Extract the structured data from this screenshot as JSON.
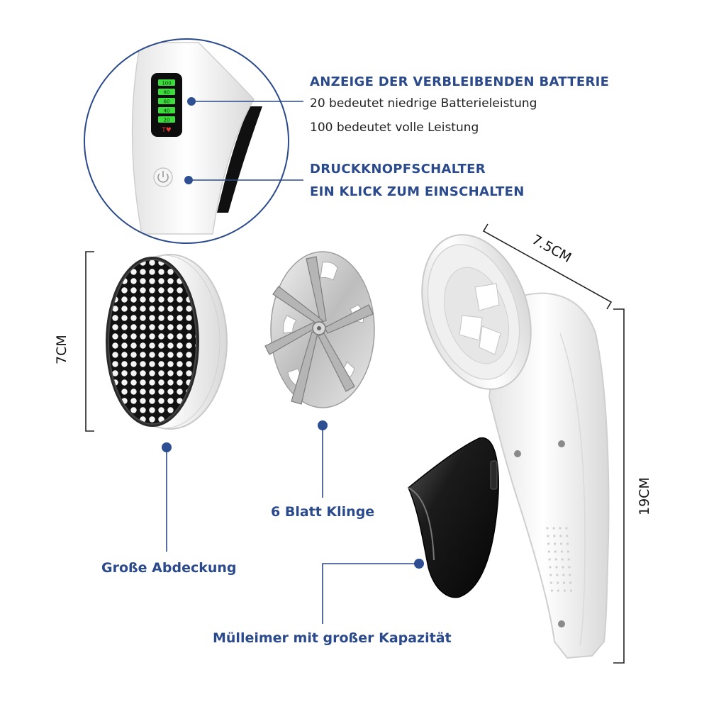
{
  "colors": {
    "accent_blue": "#2b4a8b",
    "dot_blue": "#2f4f93",
    "battery_green": "#3ddc3d",
    "battery_red": "#e53935",
    "device_white": "#f6f6f6",
    "bin_black": "#141414"
  },
  "zoom_callout": {
    "battery_levels": [
      "100",
      "80",
      "60",
      "40",
      "20"
    ],
    "battery_heading": "ANZEIGE DER VERBLEIBENDEN BATTERIE",
    "battery_line1": "20 bedeutet niedrige Batterieleistung",
    "battery_line2": "100 bedeutet volle Leistung",
    "switch_line1": "DRUCKKNOPFSCHALTER",
    "switch_line2": "EIN KLICK ZUM EINSCHALTEN"
  },
  "dimensions": {
    "cover_height": "7CM",
    "head_width": "7.5CM",
    "body_height": "19CM"
  },
  "captions": {
    "cover": "Große Abdeckung",
    "blade": "6 Blatt Klinge",
    "bin": "Mülleimer mit großer Kapazität"
  },
  "icons": {
    "power": "power-icon",
    "battery": "battery-indicator-icon"
  }
}
